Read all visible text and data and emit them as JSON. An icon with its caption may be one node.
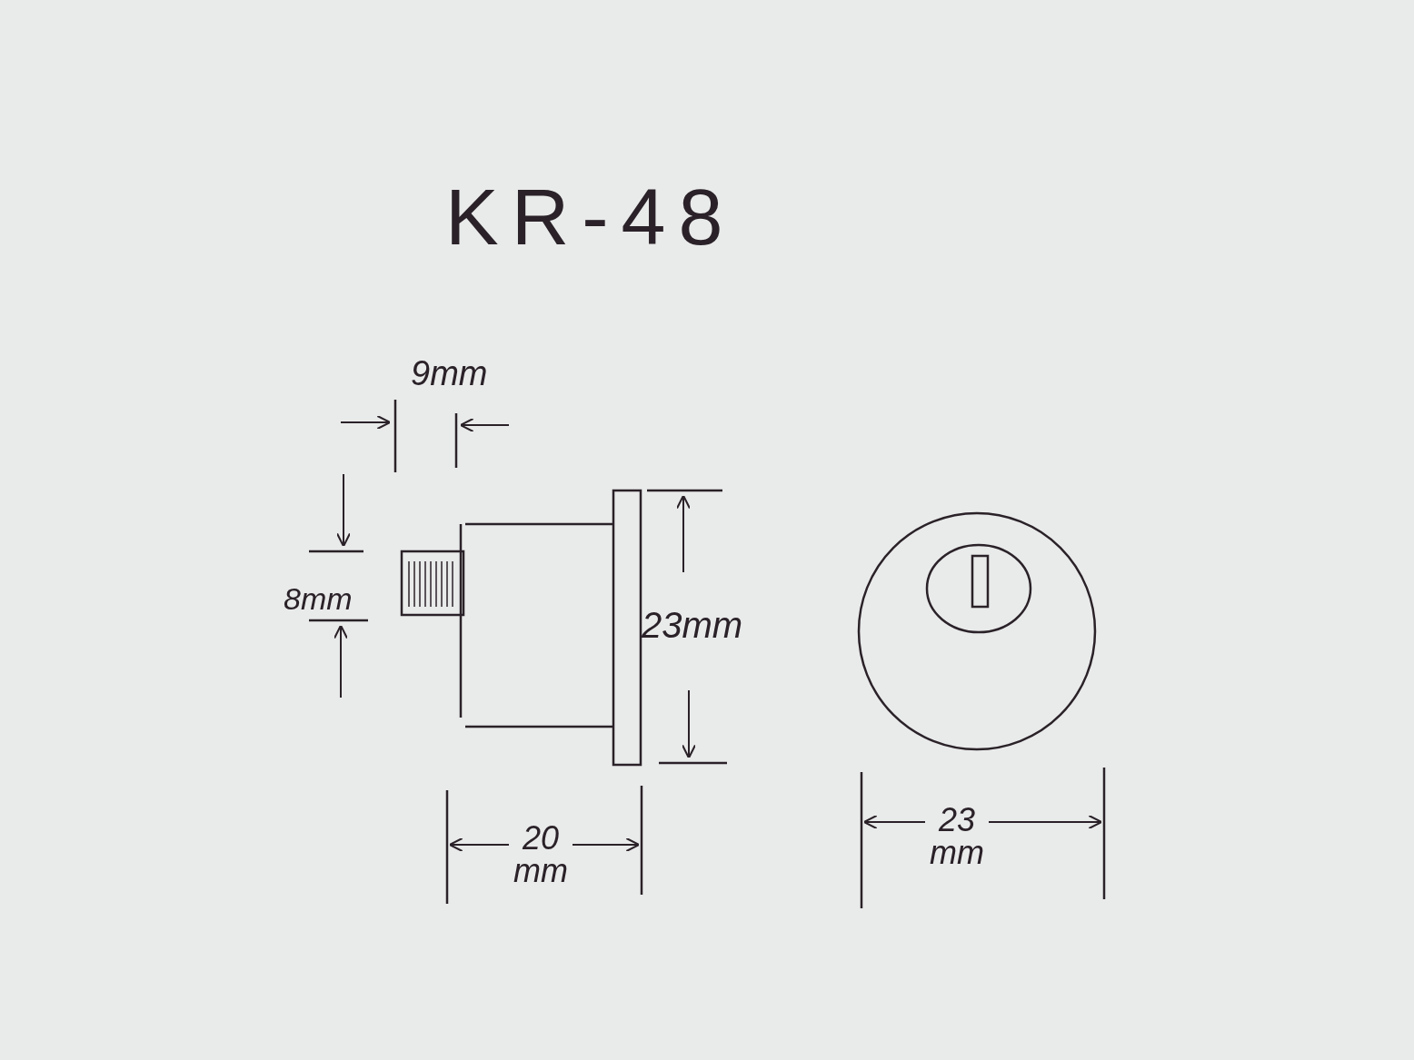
{
  "diagram": {
    "title": "KR-48",
    "labels": [
      "9mm",
      "8mm",
      "23mm",
      "20 mm",
      "23 mm"
    ]
  }
}
